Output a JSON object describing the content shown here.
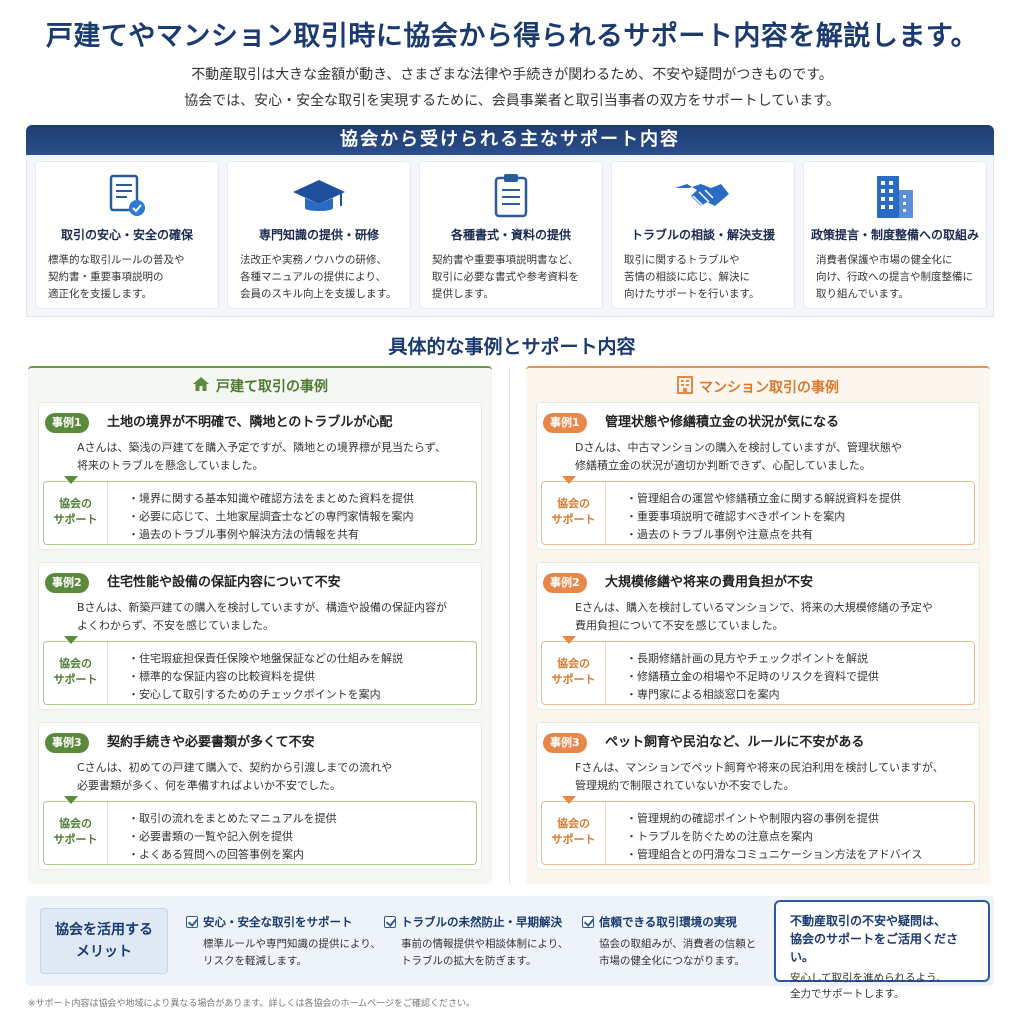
{
  "title": "戸建てやマンション取引時に協会から得られるサポート内容を解説します。",
  "intro": [
    "不動産取引は大きな金額が動き、さまざまな法律や手続きが関わるため、不安や疑問がつきものです。",
    "協会では、安心・安全な取引を実現するために、会員事業者と取引当事者の双方をサポートしています。"
  ],
  "support_header": "協会から受けられる主なサポート内容",
  "supports": [
    {
      "icon": "document-check-icon",
      "title": "取引の安心・安全の確保",
      "desc": [
        "標準的な取引ルールの普及や",
        "契約書・重要事項説明の",
        "適正化を支援します。"
      ]
    },
    {
      "icon": "graduation-cap-icon",
      "title": "専門知識の提供・研修",
      "desc": [
        "法改正や実務ノウハウの研修、",
        "各種マニュアルの提供により、",
        "会員のスキル向上を支援します。"
      ]
    },
    {
      "icon": "clipboard-icon",
      "title": "各種書式・資料の提供",
      "desc": [
        "契約書や重要事項説明書など、",
        "取引に必要な書式や参考資料を",
        "提供します。"
      ]
    },
    {
      "icon": "handshake-icon",
      "title": "トラブルの相談・解決支援",
      "desc": [
        "取引に関するトラブルや",
        "苦情の相談に応じ、解決に",
        "向けたサポートを行います。"
      ]
    },
    {
      "icon": "building-icon",
      "title": "政策提言・制度整備への取組み",
      "desc": [
        "消費者保護や市場の健全化に",
        "向け、行政への提言や制度整備に",
        "取り組んでいます。"
      ]
    }
  ],
  "cases_title": "具体的な事例とサポート内容",
  "support_label": [
    "協会の",
    "サポート"
  ],
  "house": {
    "heading": "戸建て取引の事例",
    "cases": [
      {
        "badge": "事例1",
        "title": "土地の境界が不明確で、隣地とのトラブルが心配",
        "desc": [
          "Aさんは、築浅の戸建てを購入予定ですが、隣地との境界標が見当たらず、",
          "将来のトラブルを懸念していました。"
        ],
        "support": [
          "境界に関する基本知識や確認方法をまとめた資料を提供",
          "必要に応じて、土地家屋調査士などの専門家情報を案内",
          "過去のトラブル事例や解決方法の情報を共有"
        ]
      },
      {
        "badge": "事例2",
        "title": "住宅性能や設備の保証内容について不安",
        "desc": [
          "Bさんは、新築戸建ての購入を検討していますが、構造や設備の保証内容が",
          "よくわからず、不安を感じていました。"
        ],
        "support": [
          "住宅瑕疵担保責任保険や地盤保証などの仕組みを解説",
          "標準的な保証内容の比較資料を提供",
          "安心して取引するためのチェックポイントを案内"
        ]
      },
      {
        "badge": "事例3",
        "title": "契約手続きや必要書類が多くて不安",
        "desc": [
          "Cさんは、初めての戸建て購入で、契約から引渡しまでの流れや",
          "必要書類が多く、何を準備すればよいか不安でした。"
        ],
        "support": [
          "取引の流れをまとめたマニュアルを提供",
          "必要書類の一覧や記入例を提供",
          "よくある質問への回答事例を案内"
        ]
      }
    ]
  },
  "mansion": {
    "heading": "マンション取引の事例",
    "cases": [
      {
        "badge": "事例1",
        "title": "管理状態や修繕積立金の状況が気になる",
        "desc": [
          "Dさんは、中古マンションの購入を検討していますが、管理状態や",
          "修繕積立金の状況が適切か判断できず、心配していました。"
        ],
        "support": [
          "管理組合の運営や修繕積立金に関する解説資料を提供",
          "重要事項説明で確認すべきポイントを案内",
          "過去のトラブル事例や注意点を共有"
        ]
      },
      {
        "badge": "事例2",
        "title": "大規模修繕や将来の費用負担が不安",
        "desc": [
          "Eさんは、購入を検討しているマンションで、将来の大規模修繕の予定や",
          "費用負担について不安を感じていました。"
        ],
        "support": [
          "長期修繕計画の見方やチェックポイントを解説",
          "修繕積立金の相場や不足時のリスクを資料で提供",
          "専門家による相談窓口を案内"
        ]
      },
      {
        "badge": "事例3",
        "title": "ペット飼育や民泊など、ルールに不安がある",
        "desc": [
          "Fさんは、マンションでペット飼育や将来の民泊利用を検討していますが、",
          "管理規約で制限されていないか不安でした。"
        ],
        "support": [
          "管理規約の確認ポイントや制限内容の事例を提供",
          "トラブルを防ぐための注意点を案内",
          "管理組合との円滑なコミュニケーション方法をアドバイス"
        ]
      }
    ]
  },
  "merit": {
    "label": [
      "協会を活用する",
      "メリット"
    ],
    "items": [
      {
        "title": "安心・安全な取引をサポート",
        "desc": [
          "標準ルールや専門知識の提供により、",
          "リスクを軽減します。"
        ]
      },
      {
        "title": "トラブルの未然防止・早期解決",
        "desc": [
          "事前の情報提供や相談体制により、",
          "トラブルの拡大を防ぎます。"
        ]
      },
      {
        "title": "信頼できる取引環境の実現",
        "desc": [
          "協会の取組みが、消費者の信頼と",
          "市場の健全化につながります。"
        ]
      }
    ],
    "cta_title": [
      "不動産取引の不安や疑問は、",
      "協会のサポートをご活用ください。"
    ],
    "cta_desc": [
      "安心して取引を進められるよう、",
      "全力でサポートします。"
    ]
  },
  "footnote": "※サポート内容は協会や地域により異なる場合があります。詳しくは各協会のホームページをご確認ください。",
  "colors": {
    "navy": "#1e3c72",
    "green": "#5c8a3c",
    "orange": "#e8874a"
  }
}
